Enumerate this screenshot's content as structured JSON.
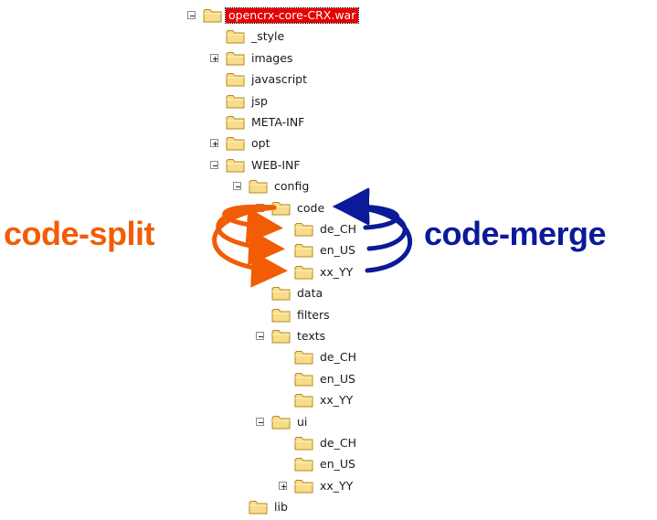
{
  "colors": {
    "selected_bg": "#e60000",
    "split_color": "#f25c05",
    "merge_color": "#0a1a99",
    "folder_fill": "#f7dc8a",
    "folder_edge": "#b58a1a"
  },
  "annotations": {
    "split": "code-split",
    "merge": "code-merge"
  },
  "tree": [
    {
      "label": "opencrx-core-CRX.war",
      "depth": 0,
      "toggle": "minus",
      "selected": true
    },
    {
      "label": "_style",
      "depth": 1,
      "toggle": "none"
    },
    {
      "label": "images",
      "depth": 1,
      "toggle": "plus"
    },
    {
      "label": "javascript",
      "depth": 1,
      "toggle": "none"
    },
    {
      "label": "jsp",
      "depth": 1,
      "toggle": "none"
    },
    {
      "label": "META-INF",
      "depth": 1,
      "toggle": "none"
    },
    {
      "label": "opt",
      "depth": 1,
      "toggle": "plus"
    },
    {
      "label": "WEB-INF",
      "depth": 1,
      "toggle": "minus"
    },
    {
      "label": "config",
      "depth": 2,
      "toggle": "minus"
    },
    {
      "label": "code",
      "depth": 3,
      "toggle": "minus"
    },
    {
      "label": "de_CH",
      "depth": 4,
      "toggle": "none"
    },
    {
      "label": "en_US",
      "depth": 4,
      "toggle": "none"
    },
    {
      "label": "xx_YY",
      "depth": 4,
      "toggle": "none"
    },
    {
      "label": "data",
      "depth": 3,
      "toggle": "none"
    },
    {
      "label": "filters",
      "depth": 3,
      "toggle": "none"
    },
    {
      "label": "texts",
      "depth": 3,
      "toggle": "minus"
    },
    {
      "label": "de_CH",
      "depth": 4,
      "toggle": "none"
    },
    {
      "label": "en_US",
      "depth": 4,
      "toggle": "none"
    },
    {
      "label": "xx_YY",
      "depth": 4,
      "toggle": "none"
    },
    {
      "label": "ui",
      "depth": 3,
      "toggle": "minus"
    },
    {
      "label": "de_CH",
      "depth": 4,
      "toggle": "none"
    },
    {
      "label": "en_US",
      "depth": 4,
      "toggle": "none"
    },
    {
      "label": "xx_YY",
      "depth": 4,
      "toggle": "plus"
    },
    {
      "label": "lib",
      "depth": 2,
      "toggle": "none"
    }
  ]
}
